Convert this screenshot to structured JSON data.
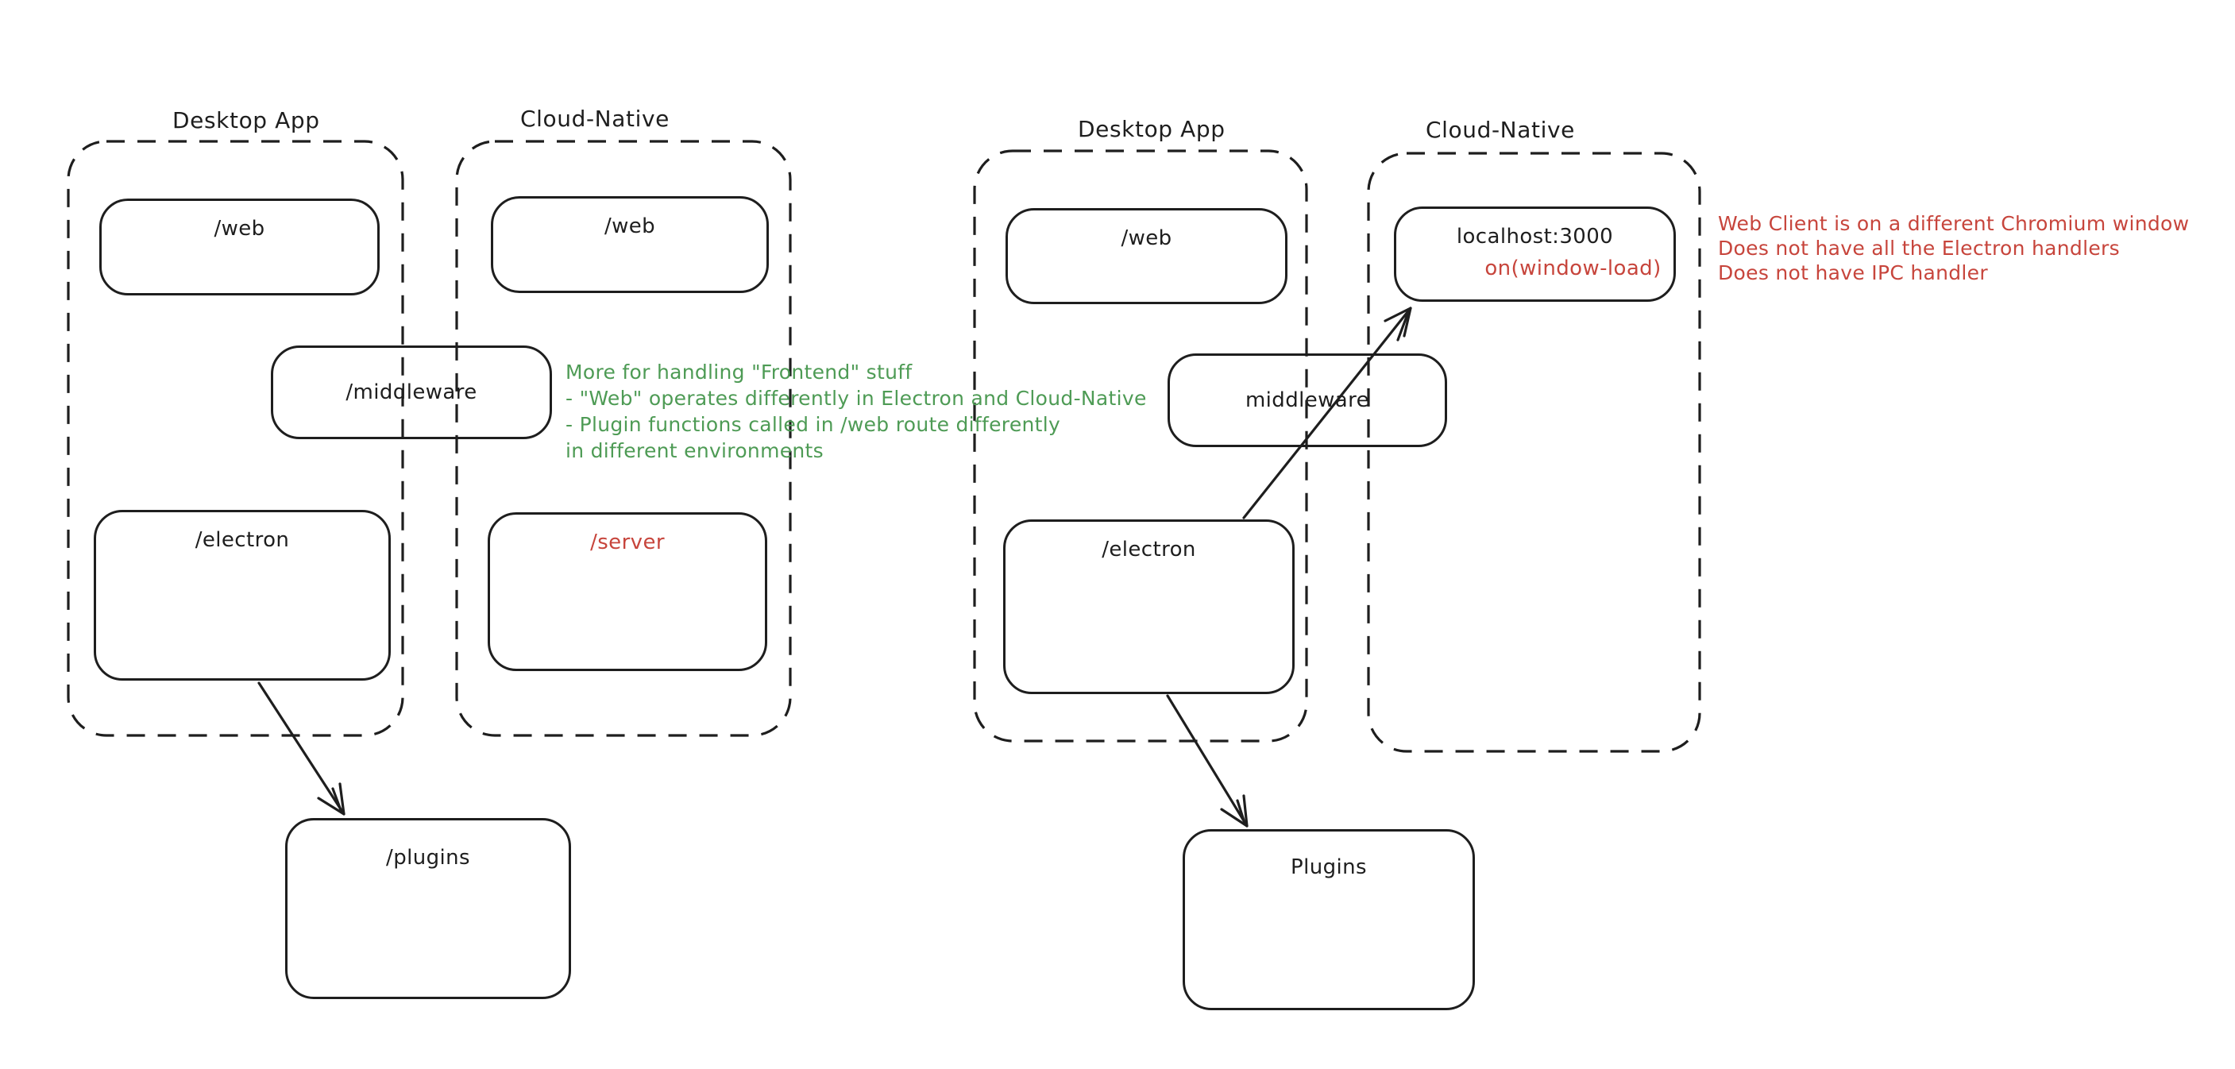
{
  "colors": {
    "stroke": "#1e1e1e",
    "green": "#4e9b55",
    "red": "#c7453c",
    "background": "#ffffff"
  },
  "left_group": {
    "desktop_container": {
      "title": "Desktop App"
    },
    "cloud_container": {
      "title": "Cloud-Native"
    },
    "boxes": {
      "web_desktop": "/web",
      "web_cloud": "/web",
      "middleware": "/middleware",
      "electron": "/electron",
      "server": "/server",
      "plugins": "/plugins"
    },
    "green_note": {
      "line1": "More for handling \"Frontend\" stuff",
      "line2": "- \"Web\" operates differently in Electron and Cloud-Native",
      "line3": "- Plugin functions called in /web route differently",
      "line4": "in different environments"
    }
  },
  "right_group": {
    "desktop_container": {
      "title": "Desktop App"
    },
    "cloud_container": {
      "title": "Cloud-Native"
    },
    "boxes": {
      "web_desktop": "/web",
      "localhost": "localhost:3000",
      "on_window_load": "on(window-load)",
      "middleware": "middleware",
      "electron": "/electron",
      "plugins": "Plugins"
    },
    "red_note": {
      "line1": "Web Client is on a different Chromium window",
      "line2": "Does not have all the Electron handlers",
      "line3": "Does not have IPC handler"
    }
  }
}
